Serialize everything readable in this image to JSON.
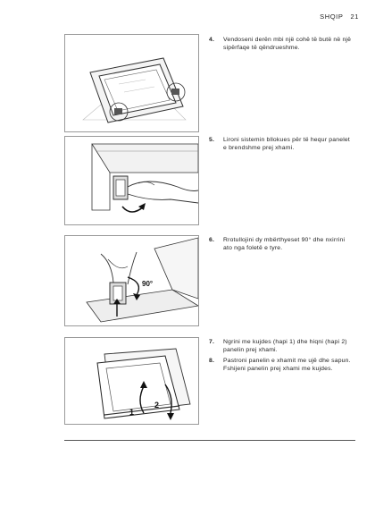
{
  "header": {
    "section": "SHQIP",
    "page": "21"
  },
  "steps": [
    {
      "num": "4.",
      "text": "Vendoseni derën mbi një cohë të butë në një sipërfaqe të qëndrueshme."
    },
    {
      "num": "5.",
      "text": "Lironi sistemin bllokues për të hequr panelet e brendshme prej xhami."
    },
    {
      "num": "6.",
      "text": "Rrotullojini dy mbërthyeset 90° dhe nxirrini ato nga foletë e tyre.",
      "angle_label": "90°"
    },
    {
      "num": "7.",
      "text": "Ngrini me kujdes (hapi 1) dhe hiqni (hapi 2) panelin prej xhami.",
      "step_labels": [
        "1",
        "2"
      ]
    },
    {
      "num": "8.",
      "text": "Pastroni panelin e xhamit me ujë dhe sapun. Fshijeni panelin prej xhami me kujdes."
    }
  ]
}
